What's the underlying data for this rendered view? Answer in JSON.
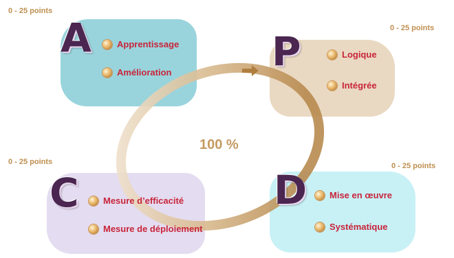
{
  "center_label": "100 %",
  "colors": {
    "a_blob": "#8ecfd9",
    "p_blob": "#ead9c2",
    "c_blob": "#e4dcf0",
    "d_blob": "#c8f1f6",
    "letter": "#4a2650",
    "item_text": "#c8243a",
    "points_text": "#bf8f50",
    "ring": "#c7a474"
  },
  "quadrants": {
    "a": {
      "letter": "A",
      "points": "0 - 25 points",
      "items": [
        "Apprentissage",
        "Amélioration"
      ]
    },
    "p": {
      "letter": "P",
      "points": "0 - 25 points",
      "items": [
        "Logique",
        "Intégrée"
      ]
    },
    "c": {
      "letter": "C",
      "points": "0 - 25 points",
      "items": [
        "Mesure d’efficacité",
        "Mesure de déploiement"
      ]
    },
    "d": {
      "letter": "D",
      "points": "0 - 25 points",
      "items": [
        "Mise en œuvre",
        "Systématique"
      ]
    }
  }
}
